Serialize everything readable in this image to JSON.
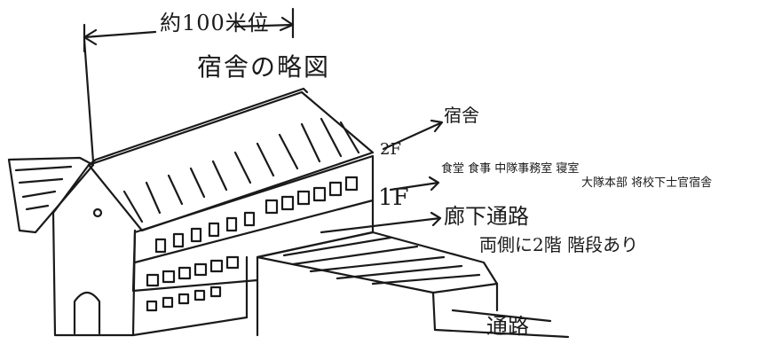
{
  "diagram": {
    "title": "宿舎の略図",
    "dimension": "約100米位",
    "labels": {
      "floor2": "2F",
      "floor1": "1F",
      "dormitory": "宿舎",
      "rooms_line1": "食堂 食事 中隊事務室 寝室",
      "rooms_line2": "大隊本部 将校下士官宿舎",
      "corridor": "廊下通路",
      "corridor_note": "両側に2階 階段あり",
      "passage": "通路"
    }
  }
}
